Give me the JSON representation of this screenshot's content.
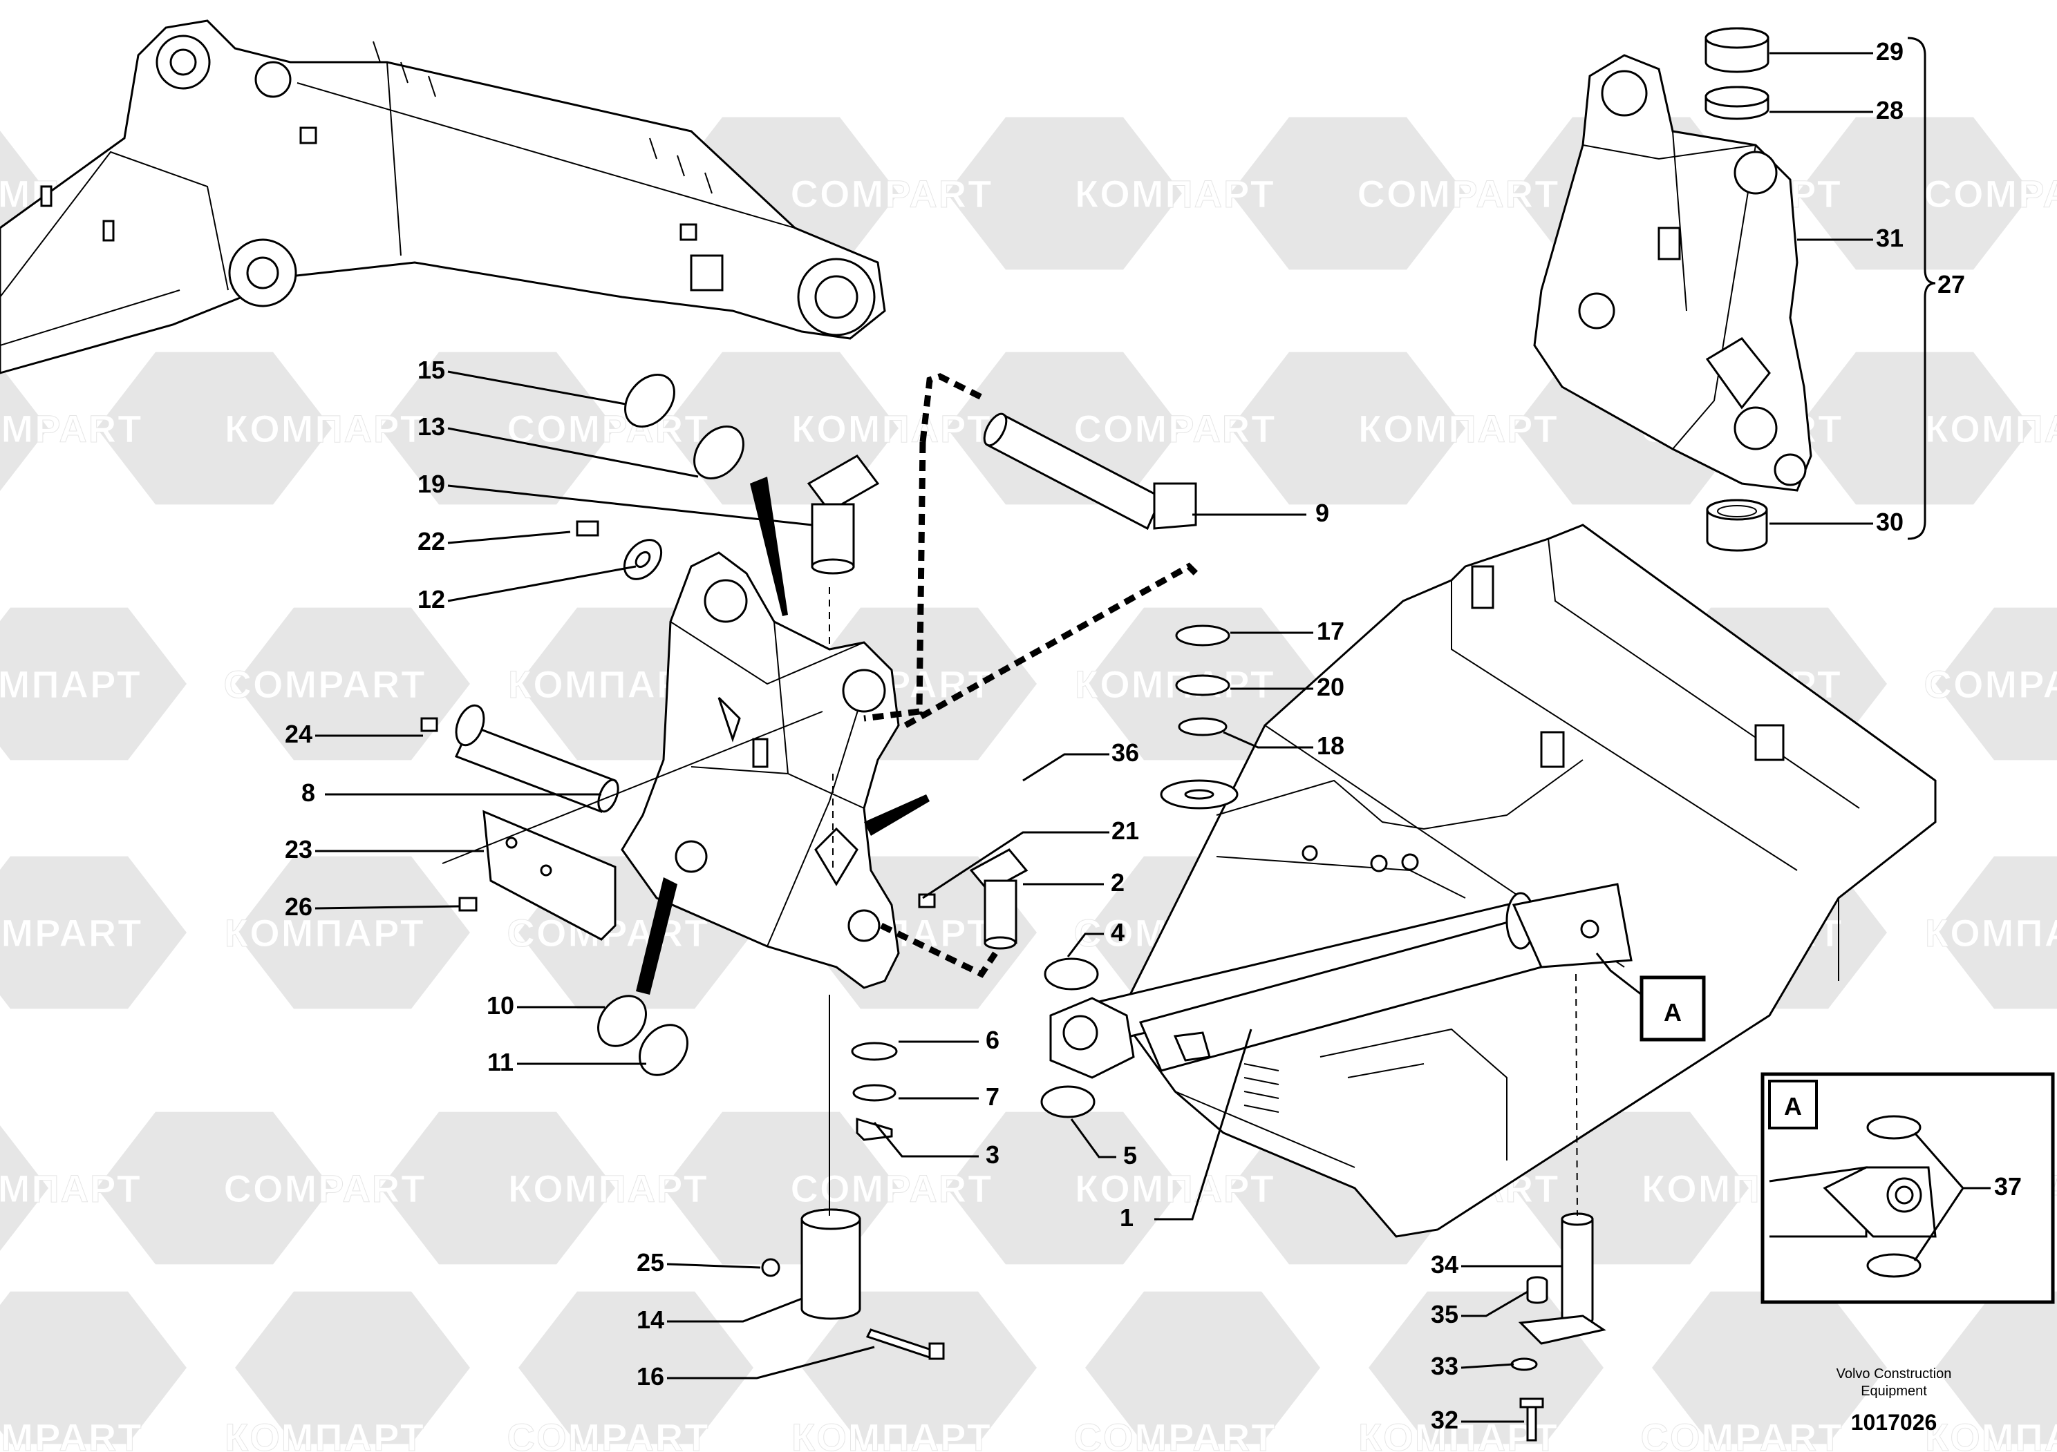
{
  "diagram": {
    "watermark_texts": [
      "КОМПАРТ",
      "COMPART"
    ],
    "footer": {
      "manufacturer_line1": "Volvo Construction",
      "manufacturer_line2": "Equipment",
      "document_number": "1017026"
    },
    "detail_view": {
      "label": "A"
    },
    "detail_marker": {
      "label": "A"
    },
    "callouts": [
      "1",
      "2",
      "3",
      "4",
      "5",
      "6",
      "7",
      "8",
      "9",
      "10",
      "11",
      "12",
      "13",
      "14",
      "15",
      "16",
      "17",
      "18",
      "19",
      "20",
      "21",
      "22",
      "23",
      "24",
      "25",
      "26",
      "27",
      "28",
      "29",
      "30",
      "31",
      "32",
      "33",
      "34",
      "35",
      "36",
      "37"
    ]
  },
  "colors": {
    "line": "#000000",
    "watermark_fill": "#e6e6e6",
    "background": "#ffffff"
  }
}
